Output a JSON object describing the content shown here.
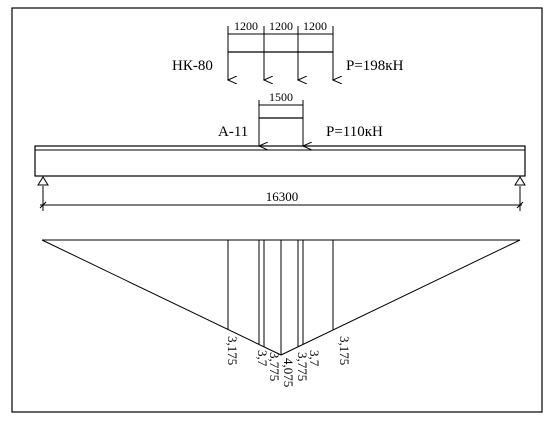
{
  "loads": {
    "nk80": {
      "label": "НК-80",
      "force_label": "P=198кН",
      "spacings": [
        "1200",
        "1200",
        "1200"
      ]
    },
    "a11": {
      "label": "А-11",
      "force_label": "P=110кН",
      "spacing": "1500"
    }
  },
  "beam": {
    "span_label": "16300"
  },
  "influence_line": {
    "ordinates_left": [
      "3,175",
      "3,7",
      "3,775"
    ],
    "ordinate_max": "4,075",
    "ordinates_right": [
      "3,775",
      "3,7",
      "3,175"
    ]
  }
}
